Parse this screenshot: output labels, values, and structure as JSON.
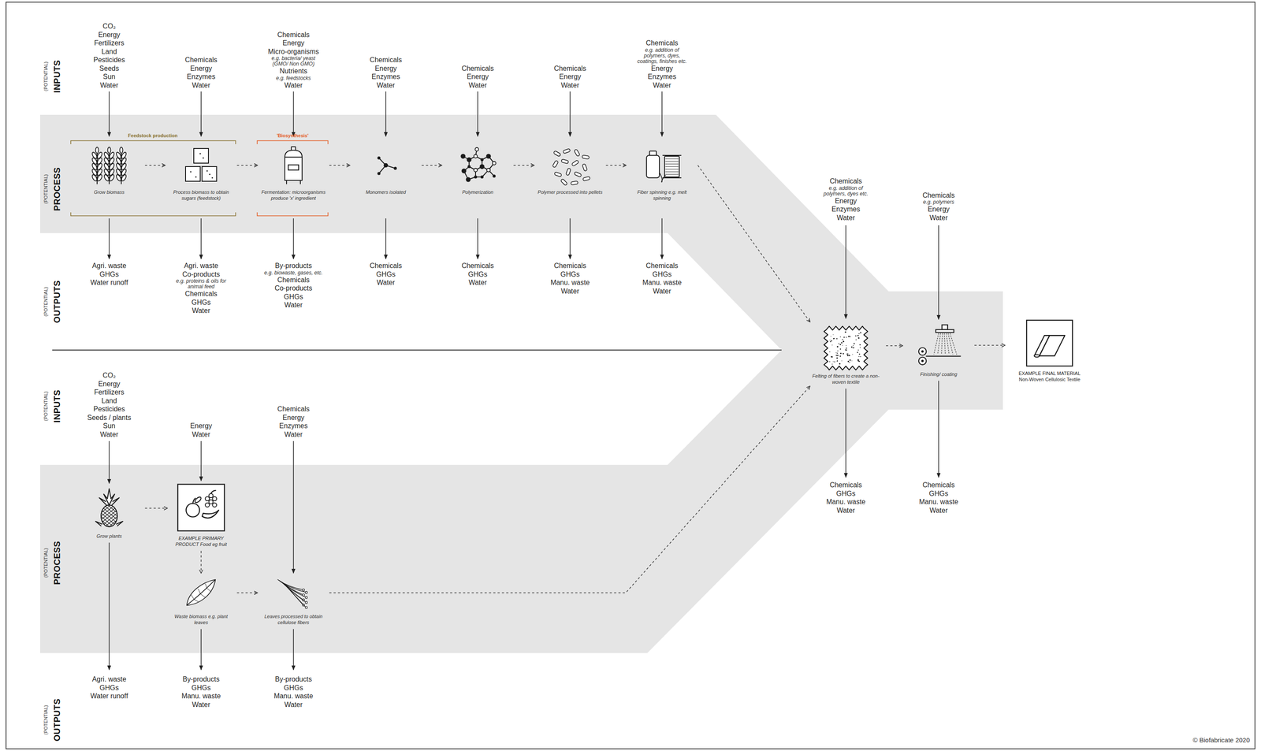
{
  "diagram": {
    "nodes": [
      {
        "text": [
          "Grow biomass"
        ]
      },
      {
        "text": [
          "Process biomass to obtain sugars (feedstock)"
        ]
      },
      {
        "text": [
          "Fermentation: microorganisms produce 'x' ingredient"
        ]
      },
      {
        "text": [
          "Monomers isolated"
        ]
      },
      {
        "text": [
          "Polymerization"
        ]
      },
      {
        "text": [
          "Polymer processed into pellets"
        ]
      },
      {
        "text": [
          "Fiber spinning e.g. melt spinning"
        ]
      },
      {
        "text": [
          "Grow plants"
        ]
      },
      {
        "text": [
          "EXAMPLE PRIMARY PRODUCT Food eg fruit"
        ]
      },
      {
        "text": [
          "Waste biomass e.g. plant leaves"
        ]
      },
      {
        "text": [
          "Leaves processed to obtain cellulose fibers"
        ]
      },
      {
        "text": [
          "Felting of fibers to create a non-woven textile"
        ]
      },
      {
        "text": [
          "Finishing/ coating"
        ]
      },
      {
        "text": [
          "EXAMPLE FINAL MATERIAL",
          "Non-Woven Cellulosic Textile"
        ]
      }
    ],
    "edges": [
      {
        "from": 0,
        "to": 1,
        "arrow": "to"
      },
      {
        "from": 1,
        "to": 2,
        "arrow": "to"
      },
      {
        "from": 2,
        "to": 3,
        "arrow": "to"
      },
      {
        "from": 3,
        "to": 4,
        "arrow": "to"
      },
      {
        "from": 4,
        "to": 5,
        "arrow": "to"
      },
      {
        "from": 5,
        "to": 6,
        "arrow": "to"
      },
      {
        "from": 6,
        "to": 11,
        "arrow": "to"
      },
      {
        "from": 7,
        "to": 8,
        "arrow": "to"
      },
      {
        "from": 8,
        "to": 9,
        "arrow": "to"
      },
      {
        "from": 9,
        "to": 10,
        "arrow": "to"
      },
      {
        "from": 10,
        "to": 11,
        "arrow": "to"
      },
      {
        "from": 11,
        "to": 12,
        "arrow": "to"
      },
      {
        "from": 12,
        "to": 13,
        "arrow": "to"
      }
    ],
    "labels": [
      "(POTENTIAL)",
      "INPUTS",
      "(POTENTIAL)",
      "PROCESS",
      "(POTENTIAL)",
      "OUTPUTS",
      "(POTENTIAL)",
      "INPUTS",
      "(POTENTIAL)",
      "PROCESS",
      "(POTENTIAL)",
      "OUTPUTS",
      "Feedstock production",
      "'Biosynthesis'",
      "CO₂",
      "Energy",
      "Fertilizers",
      "Land",
      "Pesticides",
      "Seeds",
      "Sun",
      "Water",
      "Chemicals",
      "Energy",
      "Enzymes",
      "Water",
      "Chemicals",
      "Energy",
      "Micro-organisms",
      "e.g. bacteria/ yeast",
      "(GMO/ Non GMO)",
      "Nutrients",
      "e.g. feedstocks",
      "Water",
      "Chemicals",
      "Energy",
      "Enzymes",
      "Water",
      "Chemicals",
      "Energy",
      "Water",
      "Chemicals",
      "Energy",
      "Water",
      "Chemicals",
      "e.g. addition of",
      "polymers, dyes,",
      "coatings, finishes etc.",
      "Energy",
      "Enzymes",
      "Water",
      "Agri. waste",
      "GHGs",
      "Water runoff",
      "Agri. waste",
      "Co-products",
      "e.g. proteins & oils for",
      "animal feed",
      "Chemicals",
      "GHGs",
      "Water",
      "By-products",
      "e.g. biowaste, gases, etc.",
      "Chemicals",
      "Co-products",
      "GHGs",
      "Water",
      "Chemicals",
      "GHGs",
      "Water",
      "Chemicals",
      "GHGs",
      "Water",
      "Chemicals",
      "GHGs",
      "Manu. waste",
      "Water",
      "Chemicals",
      "GHGs",
      "Manu. waste",
      "Water",
      "Chemicals",
      "e.g. addition of",
      "polymers, dyes etc.",
      "Energy",
      "Enzymes",
      "Water",
      "Chemicals",
      "e.g. polymers",
      "Energy",
      "Water",
      "Chemicals",
      "GHGs",
      "Manu. waste",
      "Water",
      "Chemicals",
      "GHGs",
      "Manu. waste",
      "Water",
      "CO₂",
      "Energy",
      "Fertilizers",
      "Land",
      "Pesticides",
      "Seeds / plants",
      "Sun",
      "Water",
      "Energy",
      "Water",
      "Chemicals",
      "Energy",
      "Enzymes",
      "Water",
      "Agri. waste",
      "GHGs",
      "Water runoff",
      "By-products",
      "GHGs",
      "Manu. waste",
      "Water",
      "By-products",
      "GHGs",
      "Manu. waste",
      "Water",
      "© Biofabricate 2020"
    ]
  }
}
